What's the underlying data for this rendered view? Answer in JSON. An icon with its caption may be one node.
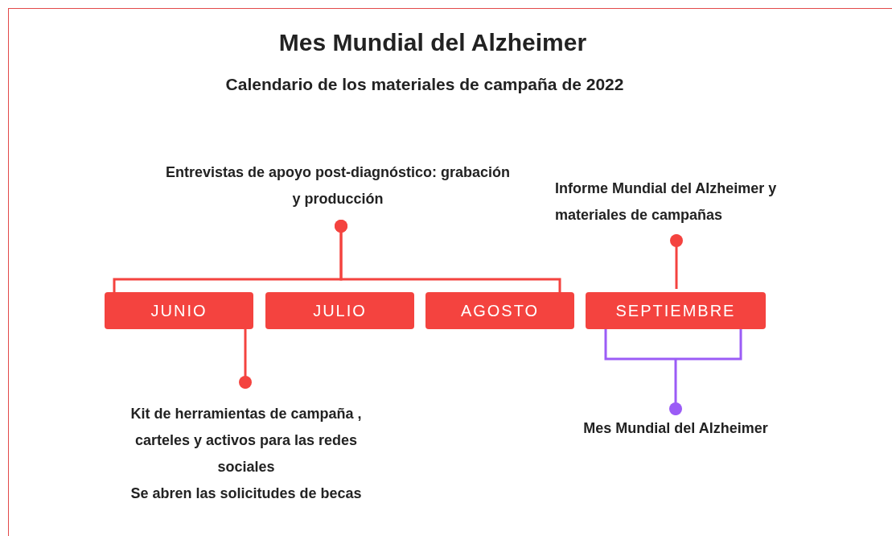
{
  "diagram": {
    "title": "Mes Mundial del Alzheimer",
    "caption": "Calendario de los materiales de campaña de 2022",
    "nodes": [
      {
        "text": [
          "JUNIO"
        ]
      },
      {
        "text": [
          "JULIO"
        ]
      },
      {
        "text": [
          "AGOSTO"
        ]
      },
      {
        "text": [
          "SEPTIEMBRE"
        ]
      },
      {
        "text": [
          "Entrevistas de apoyo post-diagnóstico: grabación y producción"
        ]
      },
      {
        "text": [
          "Informe Mundial del Alzheimer y materiales de campañas"
        ]
      },
      {
        "text": [
          "Kit de herramientas de campaña , carteles y activos para las redes sociales",
          "Se abren las solicitudes de becas"
        ]
      },
      {
        "text": [
          "Mes Mundial del Alzheimer"
        ]
      }
    ],
    "edges": [
      {
        "from": 4,
        "to": 0,
        "arrow": "other"
      },
      {
        "from": 4,
        "to": 2,
        "arrow": "other"
      },
      {
        "from": 5,
        "to": 3,
        "arrow": "other"
      },
      {
        "from": 0,
        "to": 6,
        "arrow": "other"
      },
      {
        "from": 3,
        "to": 7,
        "arrow": "other",
        "color": "#9b5cf6"
      }
    ]
  }
}
